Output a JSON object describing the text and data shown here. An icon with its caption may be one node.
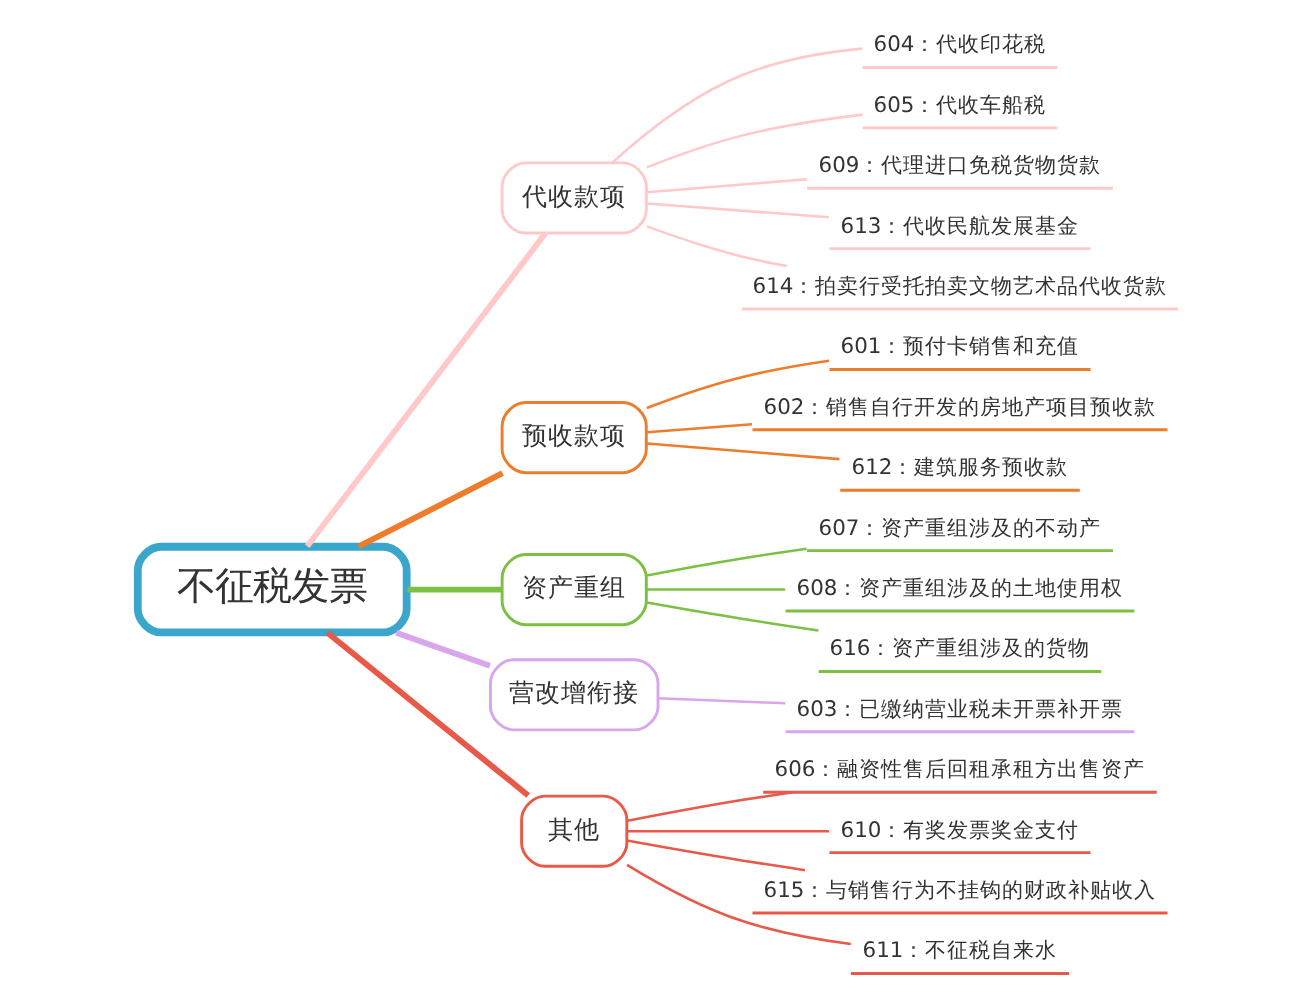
{
  "diagram": {
    "nodes": [
      {
        "text": [
          "不征税发票"
        ]
      },
      {
        "text": [
          "代收款项"
        ]
      },
      {
        "text": [
          "604：代收印花税"
        ]
      },
      {
        "text": [
          "605：代收车船税"
        ]
      },
      {
        "text": [
          "609：代理进口免税货物货款"
        ]
      },
      {
        "text": [
          "613：代收民航发展基金"
        ]
      },
      {
        "text": [
          "614：拍卖行受托拍卖文物艺术品代收货款"
        ]
      },
      {
        "text": [
          "预收款项"
        ]
      },
      {
        "text": [
          "601：预付卡销售和充值"
        ]
      },
      {
        "text": [
          "602：销售自行开发的房地产项目预收款"
        ]
      },
      {
        "text": [
          "612：建筑服务预收款"
        ]
      },
      {
        "text": [
          "资产重组"
        ]
      },
      {
        "text": [
          "607：资产重组涉及的不动产"
        ]
      },
      {
        "text": [
          "608：资产重组涉及的土地使用权"
        ]
      },
      {
        "text": [
          "616：资产重组涉及的货物"
        ]
      },
      {
        "text": [
          "营改增衔接"
        ]
      },
      {
        "text": [
          "603：已缴纳营业税未开票补开票"
        ]
      },
      {
        "text": [
          "其他"
        ]
      },
      {
        "text": [
          "606：融资性售后回租承租方出售资产"
        ]
      },
      {
        "text": [
          "610：有奖发票奖金支付"
        ]
      },
      {
        "text": [
          "615：与销售行为不挂钩的财政补贴收入"
        ]
      },
      {
        "text": [
          "611：不征税自来水"
        ]
      }
    ],
    "edges": [
      {
        "from": 0,
        "to": 1,
        "arrow": "none",
        "style": "thick",
        "color": "#ffc9c9"
      },
      {
        "from": 0,
        "to": 7,
        "arrow": "none",
        "style": "thick",
        "color": "#ee7d2b"
      },
      {
        "from": 0,
        "to": 11,
        "arrow": "none",
        "style": "thick",
        "color": "#7cc043"
      },
      {
        "from": 0,
        "to": 15,
        "arrow": "none",
        "style": "thick",
        "color": "#d9a6ec"
      },
      {
        "from": 0,
        "to": 17,
        "arrow": "none",
        "style": "thick",
        "color": "#e8594a"
      },
      {
        "from": 1,
        "to": 2,
        "arrow": "none",
        "color": "#ffc9c9"
      },
      {
        "from": 1,
        "to": 3,
        "arrow": "none",
        "color": "#ffc9c9"
      },
      {
        "from": 1,
        "to": 4,
        "arrow": "none",
        "color": "#ffc9c9"
      },
      {
        "from": 1,
        "to": 5,
        "arrow": "none",
        "color": "#ffc9c9"
      },
      {
        "from": 1,
        "to": 6,
        "arrow": "none",
        "color": "#ffc9c9"
      },
      {
        "from": 7,
        "to": 8,
        "arrow": "none",
        "color": "#ee7d2b"
      },
      {
        "from": 7,
        "to": 9,
        "arrow": "none",
        "color": "#ee7d2b"
      },
      {
        "from": 7,
        "to": 10,
        "arrow": "none",
        "color": "#ee7d2b"
      },
      {
        "from": 11,
        "to": 12,
        "arrow": "none",
        "color": "#7cc043"
      },
      {
        "from": 11,
        "to": 13,
        "arrow": "none",
        "color": "#7cc043"
      },
      {
        "from": 11,
        "to": 14,
        "arrow": "none",
        "color": "#7cc043"
      },
      {
        "from": 15,
        "to": 16,
        "arrow": "none",
        "color": "#d9a6ec"
      },
      {
        "from": 17,
        "to": 18,
        "arrow": "none",
        "color": "#e8594a"
      },
      {
        "from": 17,
        "to": 19,
        "arrow": "none",
        "color": "#e8594a"
      },
      {
        "from": 17,
        "to": 20,
        "arrow": "none",
        "color": "#e8594a"
      },
      {
        "from": 17,
        "to": 21,
        "arrow": "none",
        "color": "#e8594a"
      }
    ]
  }
}
